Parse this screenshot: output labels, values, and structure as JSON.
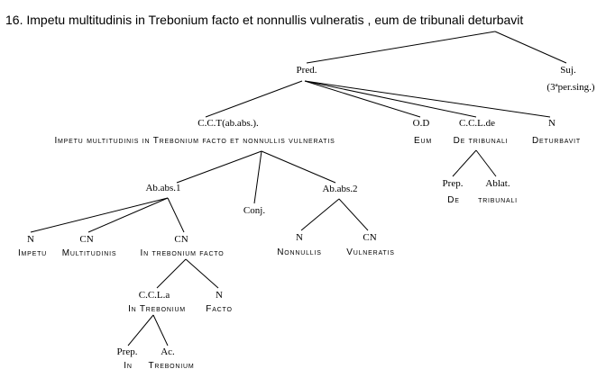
{
  "title": "16. Impetu multitudinis in Trebonium facto et nonnullis vulneratis , eum de tribunali  deturbavit",
  "nodes": {
    "pred": "Pred.",
    "suj": "Suj.",
    "suj_note": "(3ªper.sing.)",
    "cct": "C.C.T(ab.abs.).",
    "cct_text": "Impetu multitudinis in Trebonium facto et nonnullis vulneratis",
    "od": "O.D",
    "od_text": "Eum",
    "ccl": "C.C.L.de",
    "ccl_text": "De tribunali",
    "n_verb": "N",
    "n_verb_text": "Deturbavit",
    "prep_de": "Prep.",
    "prep_de_text": "De",
    "ablat": "Ablat.",
    "ablat_text": "tribunali",
    "ababs1": "Ab.abs.1",
    "conj": "Conj.",
    "ababs2": "Ab.abs.2",
    "n_impetu": "N",
    "n_impetu_text": "Impetu",
    "cn_mult": "CN",
    "cn_mult_text": "Multitudinis",
    "cn_treb": "CN",
    "cn_treb_text": "In trebonium facto",
    "n_nonn": "N",
    "n_nonn_text": "Nonnullis",
    "cn_vuln": "CN",
    "cn_vuln_text": "Vulneratis",
    "ccla": "C.C.L.a",
    "ccla_text": "In Trebonium",
    "n_facto": "N",
    "n_facto_text": "Facto",
    "prep_in": "Prep.",
    "prep_in_text": "In",
    "ac": "Ac.",
    "ac_text": "Trebonium"
  }
}
